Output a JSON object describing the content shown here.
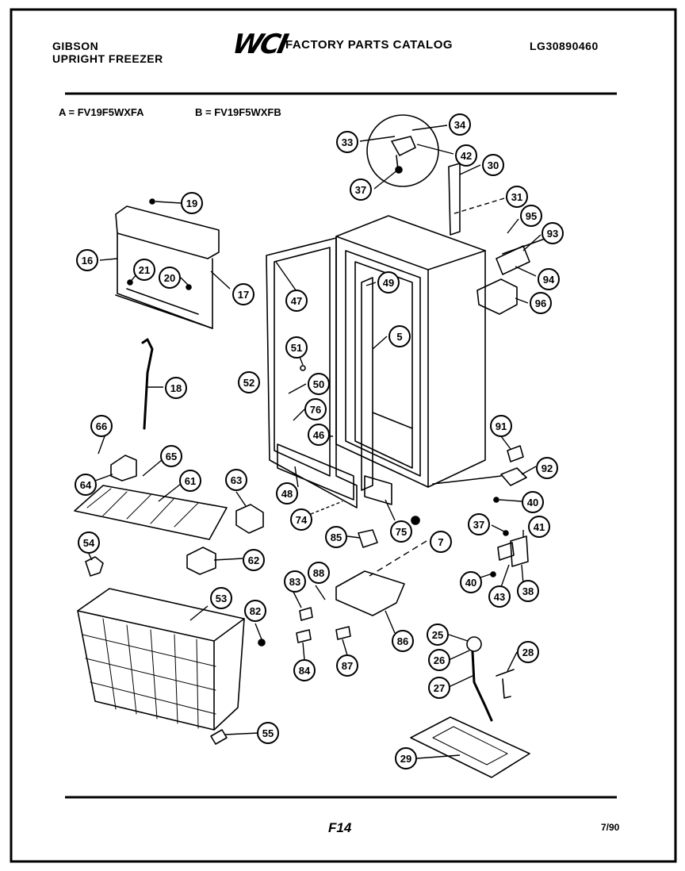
{
  "header": {
    "brand": "GIBSON",
    "product": "UPRIGHT FREEZER",
    "logo_text": "WCI",
    "catalog_title": "FACTORY PARTS CATALOG",
    "catalog_code": "LG30890460"
  },
  "models": {
    "a": "A = FV19F5WXFA",
    "b": "B = FV19F5WXFB"
  },
  "footer": {
    "page": "F14",
    "date": "7/90"
  },
  "callouts": [
    "33",
    "34",
    "42",
    "30",
    "37",
    "31",
    "95",
    "93",
    "94",
    "96",
    "19",
    "16",
    "21",
    "20",
    "17",
    "47",
    "49",
    "5",
    "51",
    "52",
    "50",
    "76",
    "46",
    "48",
    "74",
    "75",
    "7",
    "85",
    "18",
    "66",
    "65",
    "64",
    "61",
    "63",
    "54",
    "62",
    "53",
    "82",
    "55",
    "83",
    "88",
    "86",
    "84",
    "87",
    "91",
    "92",
    "40",
    "37",
    "41",
    "40",
    "43",
    "38",
    "25",
    "26",
    "27",
    "28",
    "29"
  ]
}
